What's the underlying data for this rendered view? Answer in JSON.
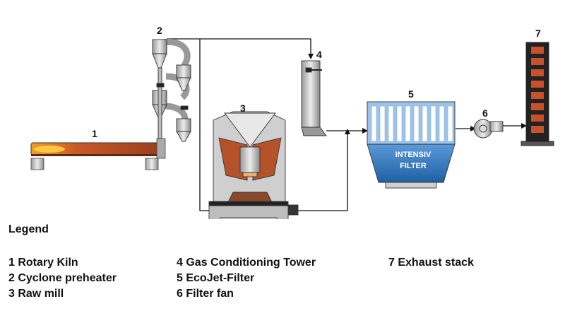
{
  "diagram": {
    "labels": {
      "n1": "1",
      "n2": "2",
      "n3": "3",
      "n4": "4",
      "n5": "5",
      "n6": "6",
      "n7": "7"
    },
    "filter_text": [
      "INTENSIV",
      "FILTER"
    ]
  },
  "legend": {
    "title": "Legend",
    "columns": [
      [
        "1 Rotary Kiln",
        "2 Cyclone preheater",
        "3 Raw mill"
      ],
      [
        "4 Gas Conditioning Tower",
        "5 EcoJet-Filter",
        "6 Filter fan"
      ],
      [
        "7 Exhaust stack"
      ]
    ]
  },
  "colors": {
    "kiln": "#b5522a",
    "kiln_flame": "#f0a020",
    "equipment_gray": "#c8c8c8",
    "filter_blue": "#2a6fb5",
    "stack_red": "#c8502a",
    "line": "#111111"
  }
}
